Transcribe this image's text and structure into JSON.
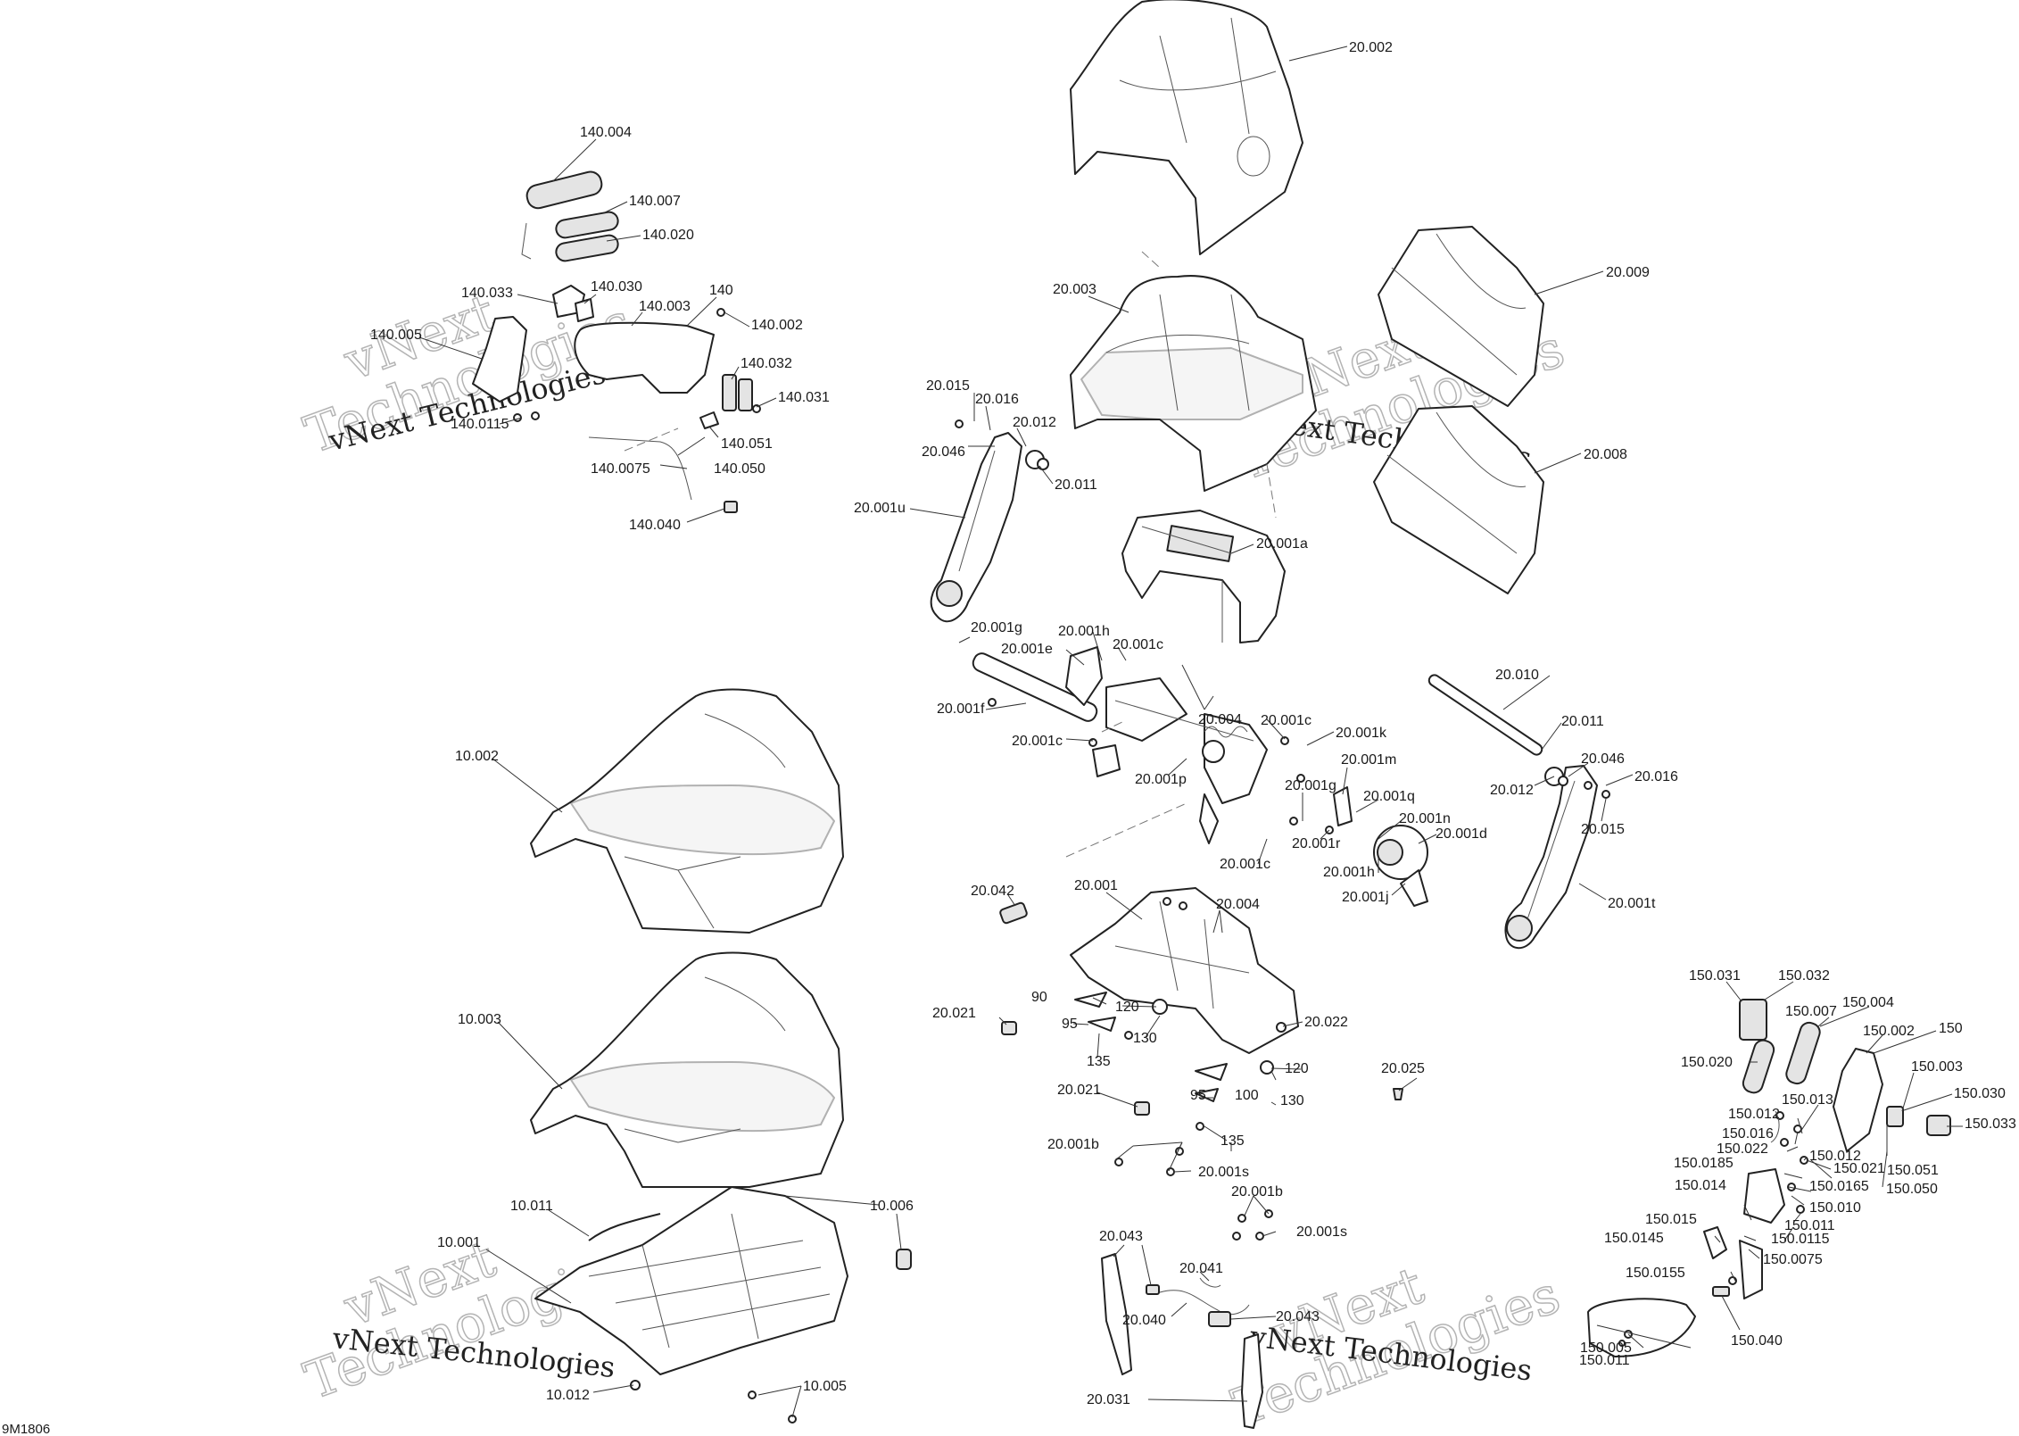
{
  "diagram": {
    "ref_code": "9M1806",
    "watermark": {
      "line1": "vNext",
      "line2": "Technologies",
      "caption": "vNext Technologies"
    },
    "labels": [
      {
        "id": "140.004",
        "text": "140.004"
      },
      {
        "id": "140.007",
        "text": "140.007"
      },
      {
        "id": "140.020",
        "text": "140.020"
      },
      {
        "id": "140.033",
        "text": "140.033"
      },
      {
        "id": "140.030",
        "text": "140.030"
      },
      {
        "id": "140",
        "text": "140"
      },
      {
        "id": "140.003",
        "text": "140.003"
      },
      {
        "id": "140.002",
        "text": "140.002"
      },
      {
        "id": "140.005",
        "text": "140.005"
      },
      {
        "id": "140.032",
        "text": "140.032"
      },
      {
        "id": "140.031",
        "text": "140.031"
      },
      {
        "id": "140.0115",
        "text": "140.0115"
      },
      {
        "id": "140.051",
        "text": "140.051"
      },
      {
        "id": "140.0075",
        "text": "140.0075"
      },
      {
        "id": "140.050",
        "text": "140.050"
      },
      {
        "id": "140.040",
        "text": "140.040"
      },
      {
        "id": "20.002",
        "text": "20.002"
      },
      {
        "id": "20.003",
        "text": "20.003"
      },
      {
        "id": "20.009",
        "text": "20.009"
      },
      {
        "id": "20.008",
        "text": "20.008"
      },
      {
        "id": "20.015a",
        "text": "20.015"
      },
      {
        "id": "20.016a",
        "text": "20.016"
      },
      {
        "id": "20.012a",
        "text": "20.012"
      },
      {
        "id": "20.046a",
        "text": "20.046"
      },
      {
        "id": "20.011a",
        "text": "20.011"
      },
      {
        "id": "20.001u",
        "text": "20.001u"
      },
      {
        "id": "20.001a",
        "text": "20.001a"
      },
      {
        "id": "20.001g",
        "text": "20.001g"
      },
      {
        "id": "20.001h",
        "text": "20.001h"
      },
      {
        "id": "20.001e",
        "text": "20.001e"
      },
      {
        "id": "20.001c_1",
        "text": "20.001c"
      },
      {
        "id": "20.001f",
        "text": "20.001f"
      },
      {
        "id": "20.004a",
        "text": "20.004"
      },
      {
        "id": "20.001c_2",
        "text": "20.001c"
      },
      {
        "id": "20.001k",
        "text": "20.001k"
      },
      {
        "id": "20.001c_3",
        "text": "20.001c"
      },
      {
        "id": "20.001p",
        "text": "20.001p"
      },
      {
        "id": "20.001m",
        "text": "20.001m"
      },
      {
        "id": "20.001g_2",
        "text": "20.001g"
      },
      {
        "id": "20.001q",
        "text": "20.001q"
      },
      {
        "id": "20.001n",
        "text": "20.001n"
      },
      {
        "id": "20.001r",
        "text": "20.001r"
      },
      {
        "id": "20.001d",
        "text": "20.001d"
      },
      {
        "id": "20.001c_4",
        "text": "20.001c"
      },
      {
        "id": "20.001h_2",
        "text": "20.001h"
      },
      {
        "id": "20.001j",
        "text": "20.001j"
      },
      {
        "id": "20.010",
        "text": "20.010"
      },
      {
        "id": "20.011b",
        "text": "20.011"
      },
      {
        "id": "20.046b",
        "text": "20.046"
      },
      {
        "id": "20.012b",
        "text": "20.012"
      },
      {
        "id": "20.016b",
        "text": "20.016"
      },
      {
        "id": "20.015b",
        "text": "20.015"
      },
      {
        "id": "20.001t",
        "text": "20.001t"
      },
      {
        "id": "10.002",
        "text": "10.002"
      },
      {
        "id": "10.003",
        "text": "10.003"
      },
      {
        "id": "20.042",
        "text": "20.042"
      },
      {
        "id": "20.001",
        "text": "20.001"
      },
      {
        "id": "20.004b",
        "text": "20.004"
      },
      {
        "id": "90",
        "text": "90"
      },
      {
        "id": "120a",
        "text": "120"
      },
      {
        "id": "20.021a",
        "text": "20.021"
      },
      {
        "id": "95a",
        "text": "95"
      },
      {
        "id": "130a",
        "text": "130"
      },
      {
        "id": "135a",
        "text": "135"
      },
      {
        "id": "20.022",
        "text": "20.022"
      },
      {
        "id": "120b",
        "text": "120"
      },
      {
        "id": "20.025",
        "text": "20.025"
      },
      {
        "id": "20.021b",
        "text": "20.021"
      },
      {
        "id": "95b",
        "text": "95"
      },
      {
        "id": "100",
        "text": "100"
      },
      {
        "id": "130b",
        "text": "130"
      },
      {
        "id": "135b",
        "text": "135"
      },
      {
        "id": "20.001b_1",
        "text": "20.001b"
      },
      {
        "id": "20.001s_1",
        "text": "20.001s"
      },
      {
        "id": "20.001b_2",
        "text": "20.001b"
      },
      {
        "id": "20.001s_2",
        "text": "20.001s"
      },
      {
        "id": "10.011",
        "text": "10.011"
      },
      {
        "id": "10.006",
        "text": "10.006"
      },
      {
        "id": "10.001",
        "text": "10.001"
      },
      {
        "id": "10.012",
        "text": "10.012"
      },
      {
        "id": "10.005",
        "text": "10.005"
      },
      {
        "id": "20.043a",
        "text": "20.043"
      },
      {
        "id": "20.041",
        "text": "20.041"
      },
      {
        "id": "20.040",
        "text": "20.040"
      },
      {
        "id": "20.043b",
        "text": "20.043"
      },
      {
        "id": "20.031",
        "text": "20.031"
      },
      {
        "id": "150.031",
        "text": "150.031"
      },
      {
        "id": "150.032",
        "text": "150.032"
      },
      {
        "id": "150.007",
        "text": "150.007"
      },
      {
        "id": "150.004",
        "text": "150.004"
      },
      {
        "id": "150.002",
        "text": "150.002"
      },
      {
        "id": "150",
        "text": "150"
      },
      {
        "id": "150.020",
        "text": "150.020"
      },
      {
        "id": "150.003",
        "text": "150.003"
      },
      {
        "id": "150.013",
        "text": "150.013"
      },
      {
        "id": "150.030",
        "text": "150.030"
      },
      {
        "id": "150.012a",
        "text": "150.012"
      },
      {
        "id": "150.033",
        "text": "150.033"
      },
      {
        "id": "150.016",
        "text": "150.016"
      },
      {
        "id": "150.022",
        "text": "150.022"
      },
      {
        "id": "150.012b",
        "text": "150.012"
      },
      {
        "id": "150.021",
        "text": "150.021"
      },
      {
        "id": "150.0185",
        "text": "150.0185"
      },
      {
        "id": "150.051",
        "text": "150.051"
      },
      {
        "id": "150.0165",
        "text": "150.0165"
      },
      {
        "id": "150.014",
        "text": "150.014"
      },
      {
        "id": "150.050",
        "text": "150.050"
      },
      {
        "id": "150.010",
        "text": "150.010"
      },
      {
        "id": "150.015",
        "text": "150.015"
      },
      {
        "id": "150.011a",
        "text": "150.011"
      },
      {
        "id": "150.0145",
        "text": "150.0145"
      },
      {
        "id": "150.0115",
        "text": "150.0115"
      },
      {
        "id": "150.0075",
        "text": "150.0075"
      },
      {
        "id": "150.0155",
        "text": "150.0155"
      },
      {
        "id": "150.005",
        "text": "150.005"
      },
      {
        "id": "150.040",
        "text": "150.040"
      },
      {
        "id": "150.011b",
        "text": "150.011"
      }
    ]
  }
}
